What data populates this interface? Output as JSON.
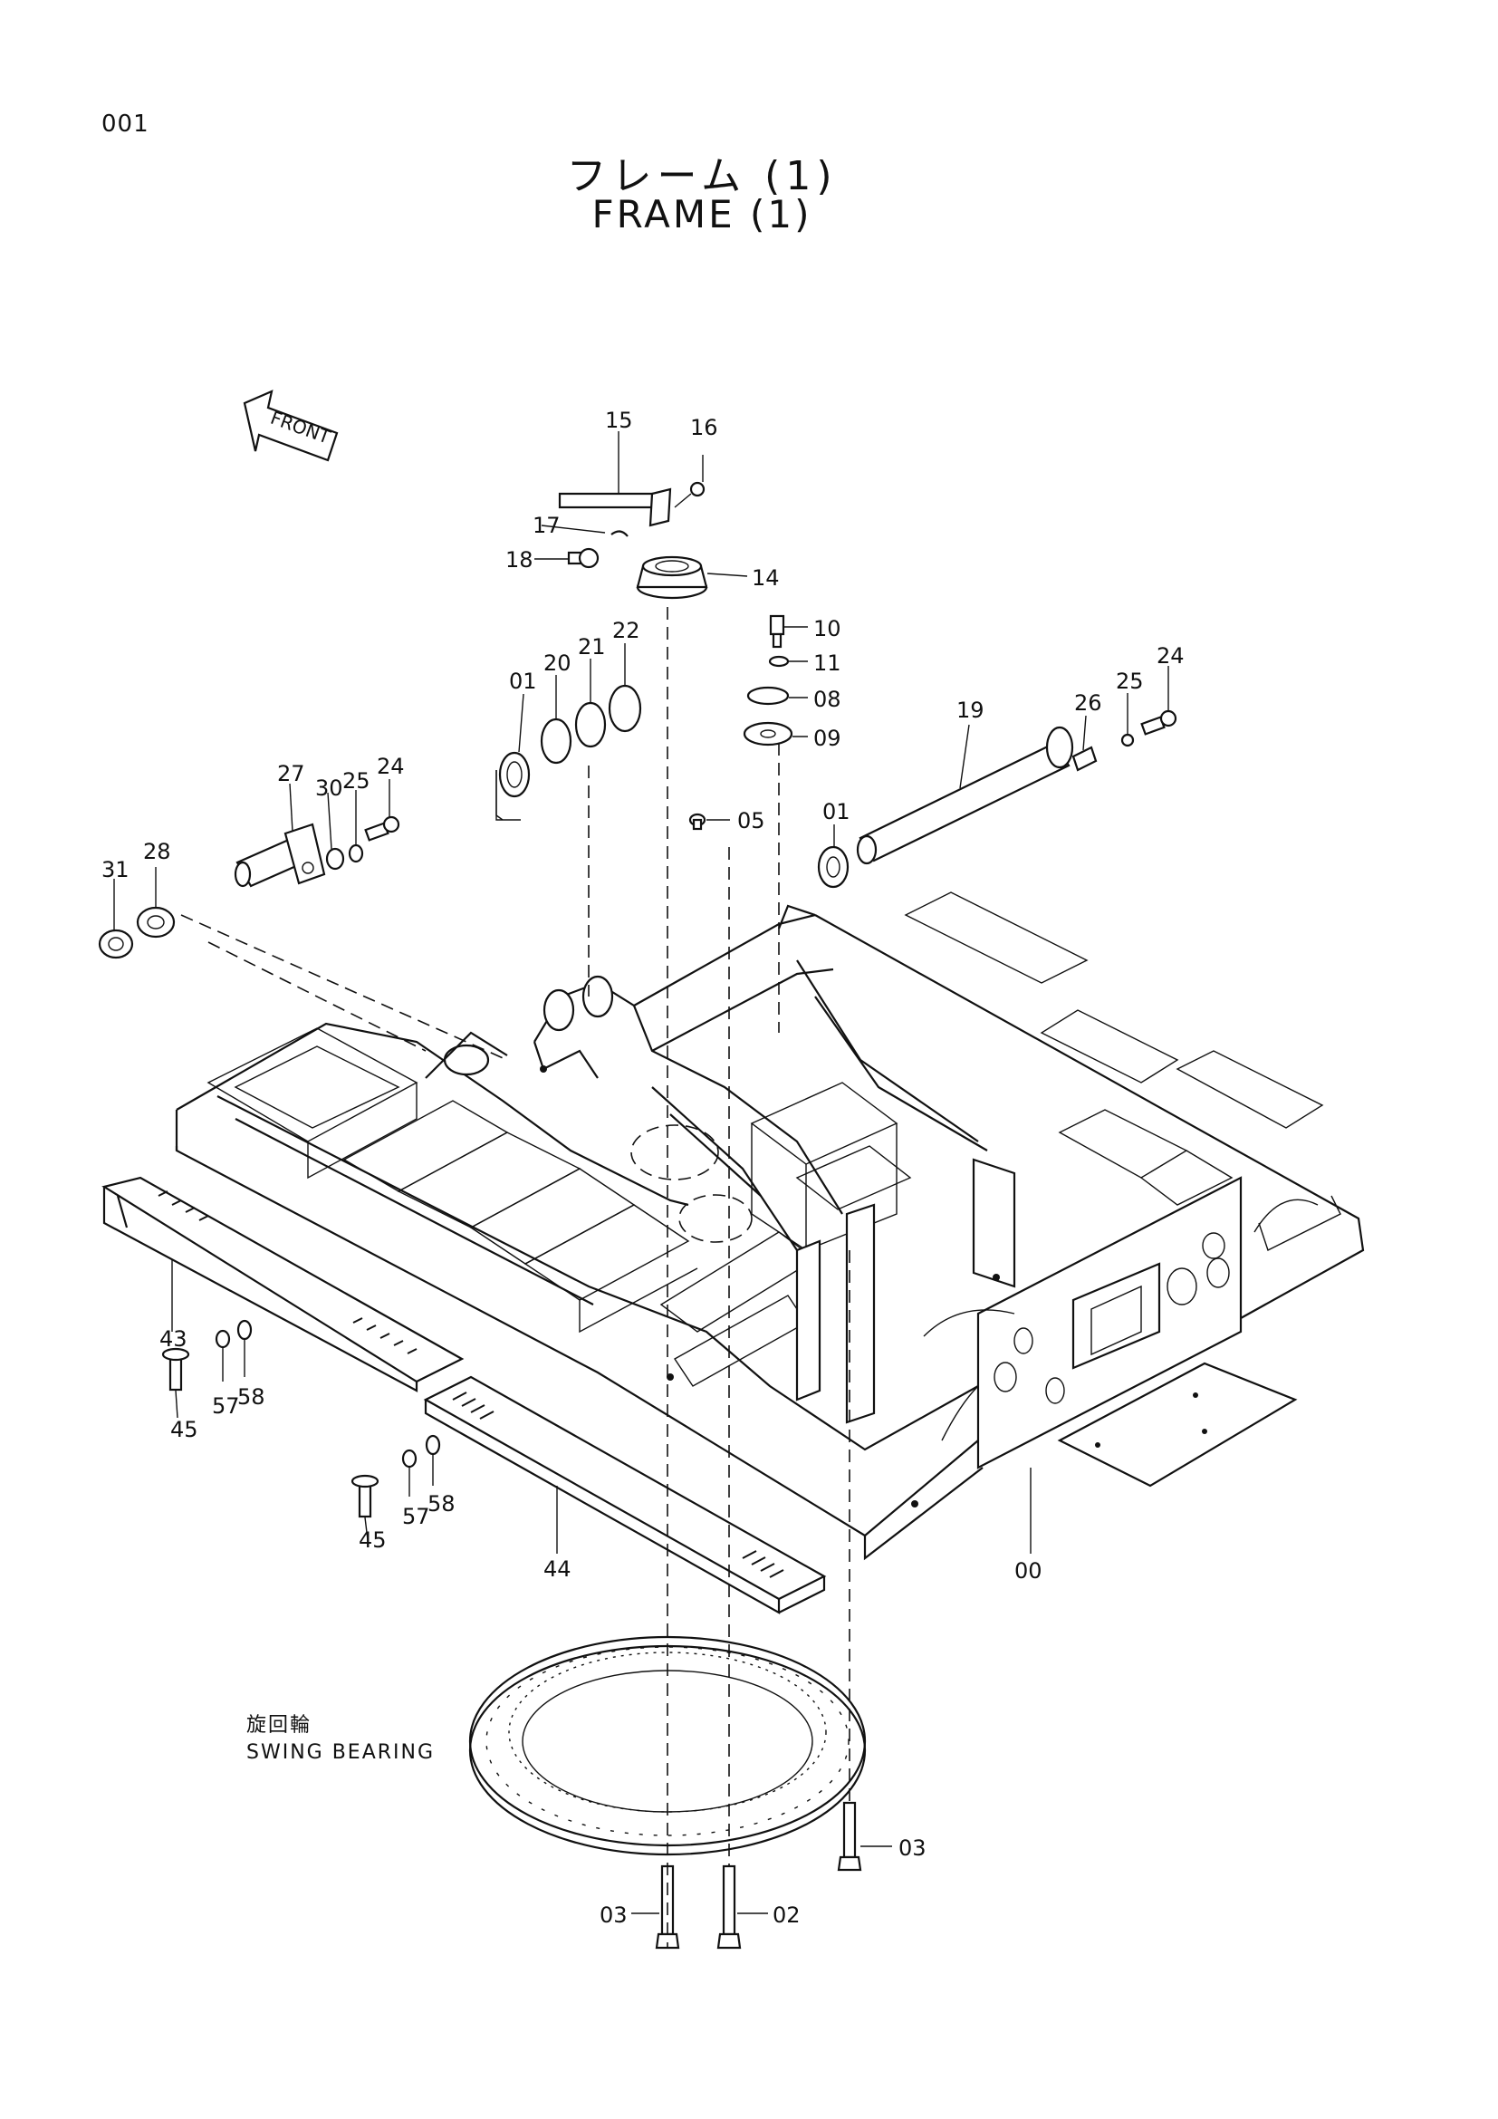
{
  "page_number": "001",
  "title_jp": "フレーム (1)",
  "title_en": "FRAME (1)",
  "front_marker": "FRONT",
  "swing_bearing": {
    "jp": "旋回輪",
    "en": "SWING BEARING"
  },
  "part_labels": {
    "p15": "15",
    "p16": "16",
    "p17": "17",
    "p18": "18",
    "p14": "14",
    "p10": "10",
    "p11": "11",
    "p08": "08",
    "p09": "09",
    "p01a": "01",
    "p20": "20",
    "p21": "21",
    "p22": "22",
    "p19": "19",
    "p26": "26",
    "p25a": "25",
    "p24a": "24",
    "p05": "05",
    "p01b": "01",
    "p27": "27",
    "p30": "30",
    "p25b": "25",
    "p24b": "24",
    "p31": "31",
    "p28": "28",
    "p43": "43",
    "p45a": "45",
    "p57a": "57",
    "p58a": "58",
    "p45b": "45",
    "p57b": "57",
    "p58b": "58",
    "p44": "44",
    "p00": "00",
    "p03a": "03",
    "p03b": "03",
    "p02": "02"
  }
}
